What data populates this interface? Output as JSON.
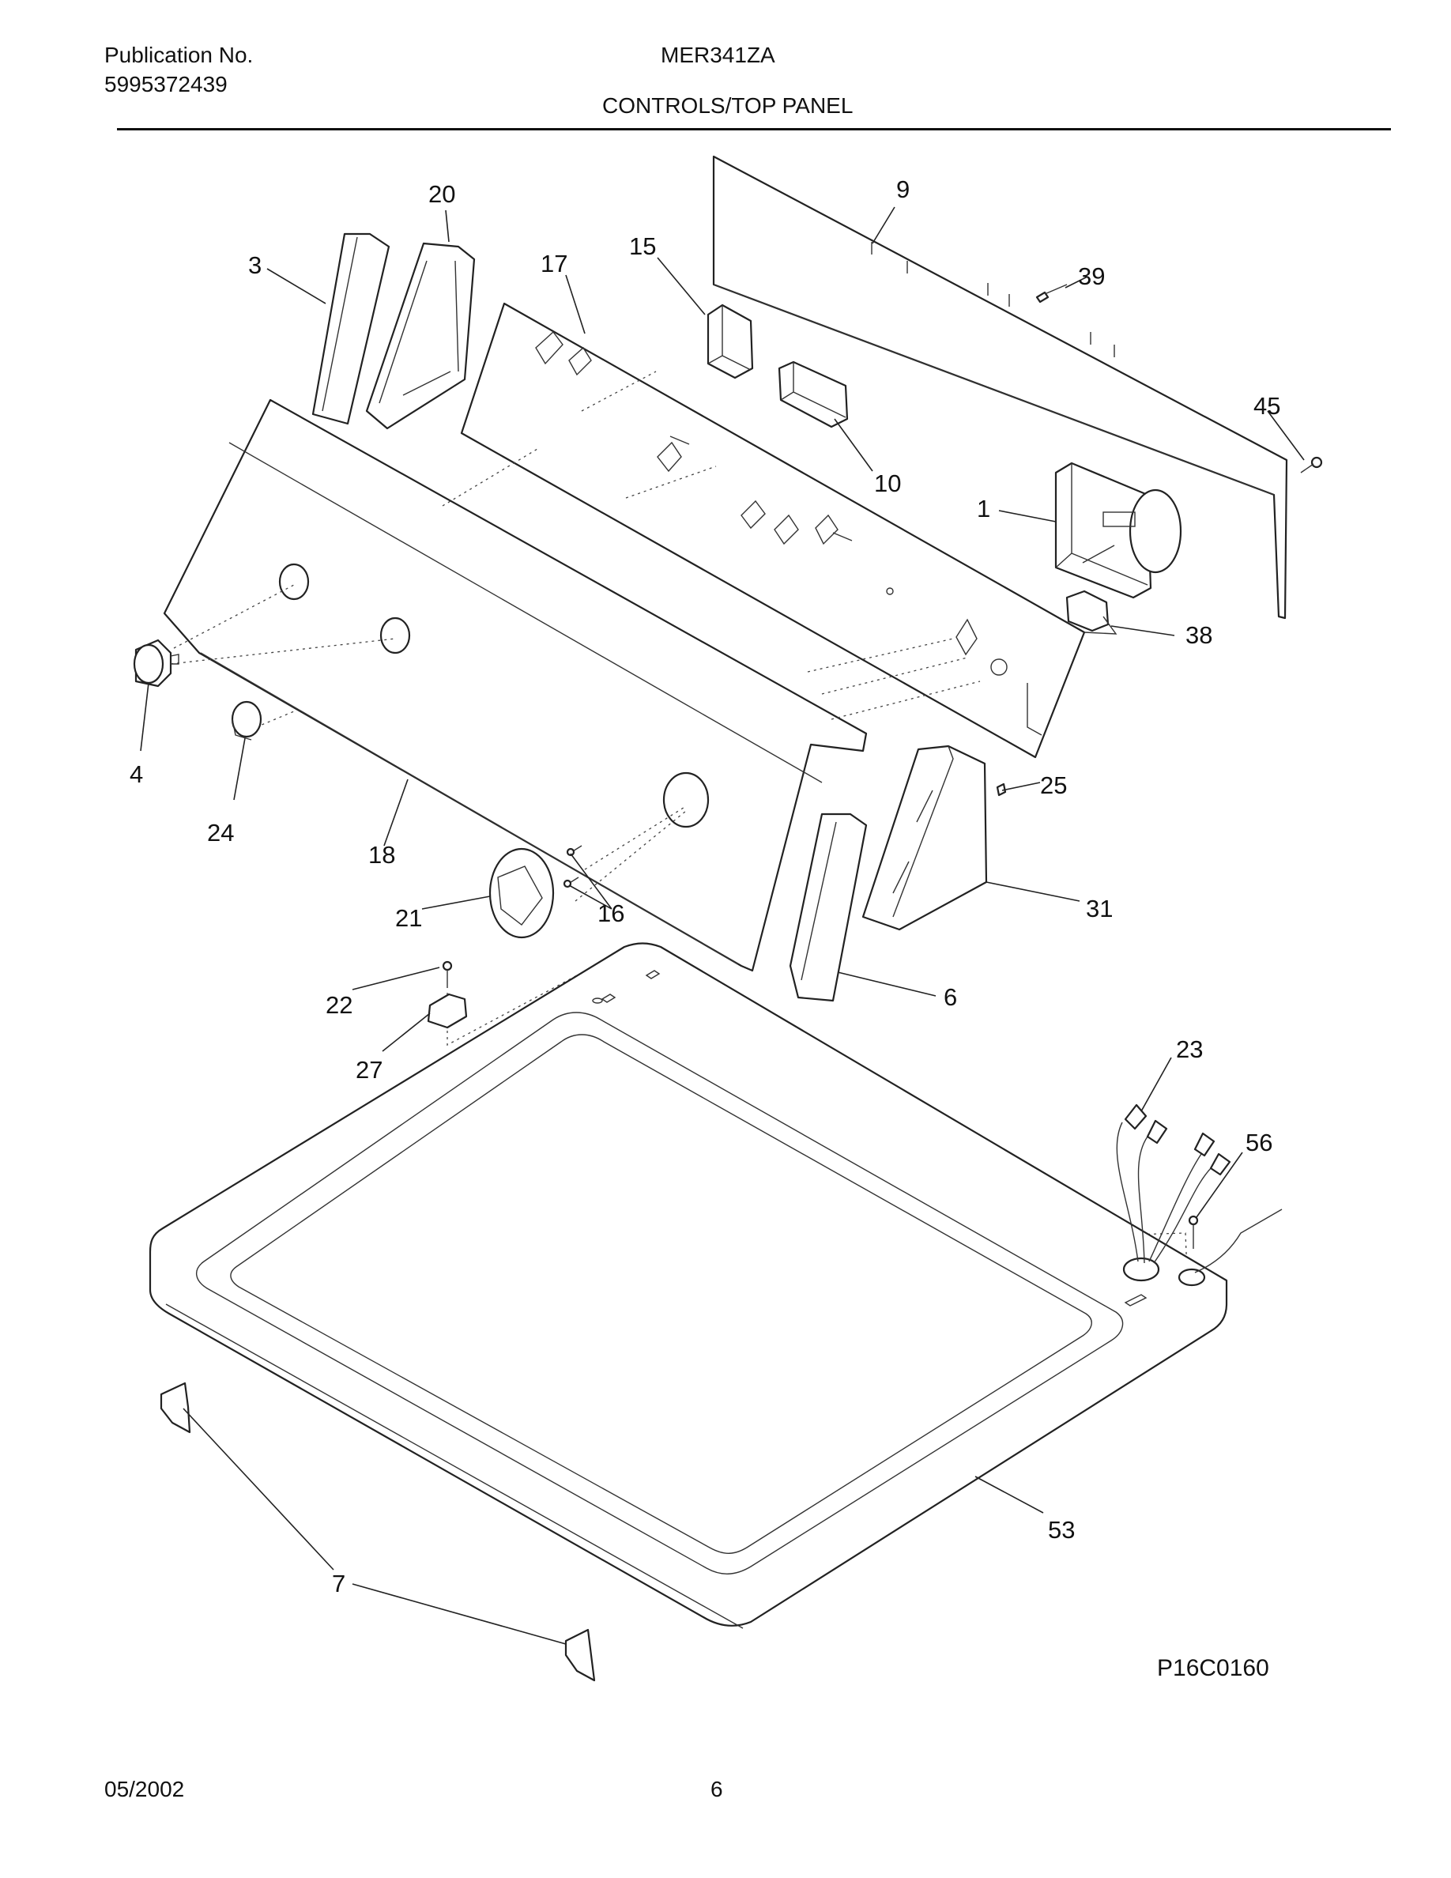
{
  "header": {
    "publication_label": "Publication No.",
    "publication_number": "5995372439",
    "model": "MER341ZA",
    "section_title": "CONTROLS/TOP PANEL"
  },
  "callouts": {
    "c1": "1",
    "c3": "3",
    "c4": "4",
    "c6": "6",
    "c7": "7",
    "c9": "9",
    "c10": "10",
    "c15": "15",
    "c16": "16",
    "c17": "17",
    "c18": "18",
    "c20": "20",
    "c21": "21",
    "c22": "22",
    "c23": "23",
    "c24": "24",
    "c25": "25",
    "c27": "27",
    "c31": "31",
    "c38": "38",
    "c39": "39",
    "c45": "45",
    "c53": "53",
    "c56": "56"
  },
  "figure_code": "P16C0160",
  "footer": {
    "date": "05/2002",
    "page_number": "6"
  }
}
